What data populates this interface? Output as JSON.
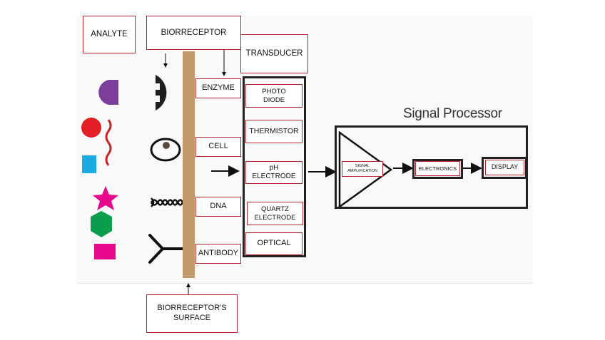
{
  "labels": {
    "analyte": "ANALYTE",
    "biorreceptor": "BIORRECEPTOR",
    "transducer": "TRANSDUCER",
    "biorreceptor_surface": "BIORRECEPTOR'S\nSURFACE"
  },
  "biorreceptors": [
    "ENZYME",
    "CELL",
    "DNA",
    "ANTIBODY"
  ],
  "transducers": [
    "PHOTO\nDIODE",
    "THERMISTOR",
    "pH\nELECTRODE",
    "QUARTZ\nELECTRODE",
    "OPTICAL"
  ],
  "signal_processor": {
    "title": "Signal Processor",
    "amplification": "SIGNAL\nAMPLIFICATION",
    "electronics": "ELECTRONICS",
    "display": "DISPLAY"
  },
  "analyte_shapes": [
    "purple-notched-shape",
    "red-circle",
    "red-wavy-strand",
    "blue-square",
    "magenta-star",
    "green-hexagon",
    "magenta-square"
  ],
  "receptor_icons": [
    "enzyme-icon",
    "cell-icon",
    "dna-icon",
    "antibody-icon"
  ],
  "colors": {
    "label_border": "#b5262c",
    "surface": "#c19a6b",
    "analyte_purple": "#7b3f9a",
    "analyte_red": "#e41e26",
    "analyte_blue": "#1ba9e1",
    "analyte_magenta": "#e6078b",
    "analyte_green": "#0a9d4e"
  }
}
